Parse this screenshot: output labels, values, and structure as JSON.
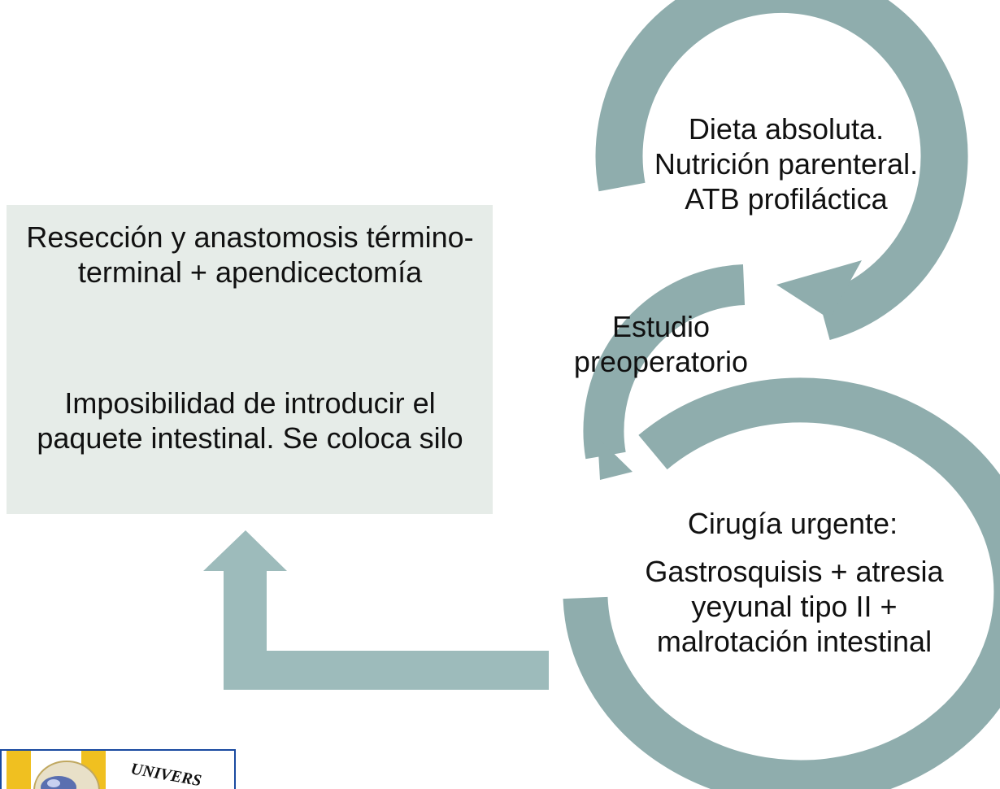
{
  "result": {
    "line1": "Resección y anastomosis término-terminal + apendicectomía",
    "line2": "Imposibilidad de introducir el paquete intestinal. Se coloca silo"
  },
  "steps": {
    "diet": "Dieta  absoluta. Nutrición parenteral. ATB profiláctica",
    "study": "Estudio preoperatorio",
    "surgery_title": "Cirugía urgente:",
    "surgery_detail": "Gastrosquisis + atresia yeyunal tipo II + malrotación intestinal"
  },
  "logo": {
    "text": "UNIVERS"
  },
  "colors": {
    "arrow": "#8fadad",
    "box": "#e6ece8",
    "logo_yellow": "#f0c020",
    "logo_blue": "#1a4aa0"
  }
}
